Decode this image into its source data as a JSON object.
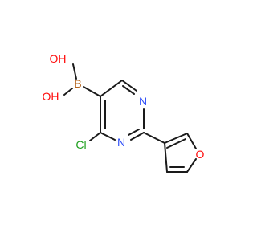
{
  "molecule": {
    "atoms": {
      "oh_top": "OH",
      "oh_bottom": "OH",
      "boron": "B",
      "n_top": "N",
      "n_bottom": "N",
      "chlorine": "Cl",
      "furan_o": "O"
    },
    "colors": {
      "bond": "#1a1a1a",
      "oxygen": "#ff0d0d",
      "nitrogen": "#3050f8",
      "boron": "#b5651d",
      "chlorine": "#1fa01f"
    }
  }
}
